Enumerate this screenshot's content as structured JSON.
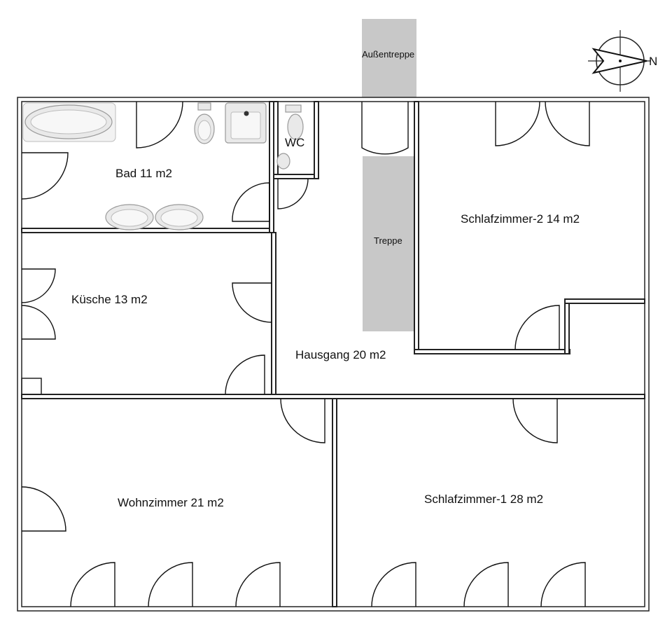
{
  "rooms": {
    "bad": "Bad  11 m2",
    "wc": "WC",
    "kueche": "Küsche  13 m2",
    "hausgang": "Hausgang  20 m2",
    "schlafzimmer2": "Schlafzimmer-2  14 m2",
    "wohnzimmer": "Wohnzimmer  21 m2",
    "schlafzimmer1": "Schlafzimmer-1  28 m2"
  },
  "stairs": {
    "aussentreppe": "Außentreppe",
    "treppe": "Treppe"
  },
  "compass": {
    "north_label": "N"
  },
  "colors": {
    "wall": "#222222",
    "stair_fill": "#c8c8c8",
    "fixture": "#e9e9e9"
  }
}
